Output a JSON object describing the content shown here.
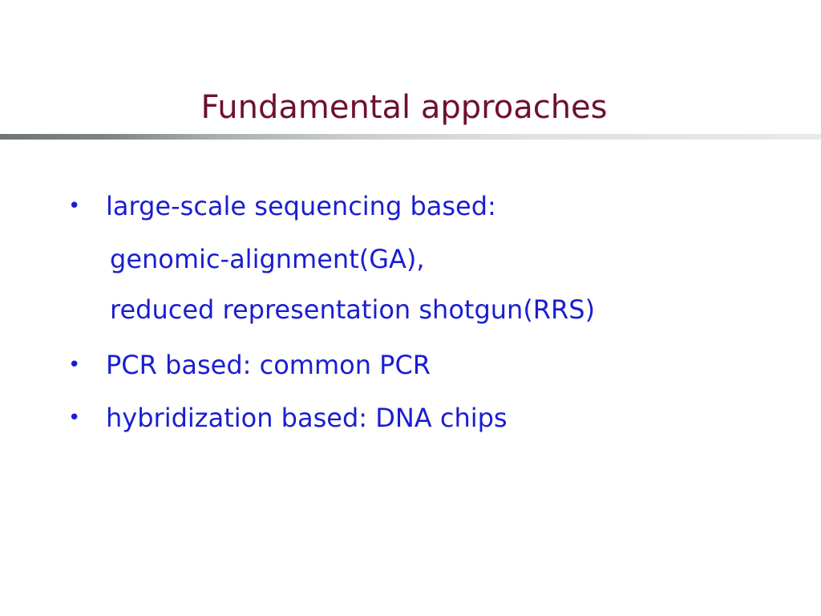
{
  "slide": {
    "title": "Fundamental approaches",
    "bullet_glyph": "•",
    "bullets": [
      {
        "text": "large-scale sequencing based:",
        "sub_lines": [
          "genomic-alignment(GA),",
          "reduced representation shotgun(RRS)"
        ]
      },
      {
        "text": "PCR based: common PCR"
      },
      {
        "text": "hybridization based: DNA chips"
      }
    ]
  },
  "colors": {
    "title": "#6e1033",
    "body_text": "#1a1ed0",
    "background": "#ffffff",
    "rule_dark": "#6f7770",
    "rule_light": "#e7eae7"
  }
}
